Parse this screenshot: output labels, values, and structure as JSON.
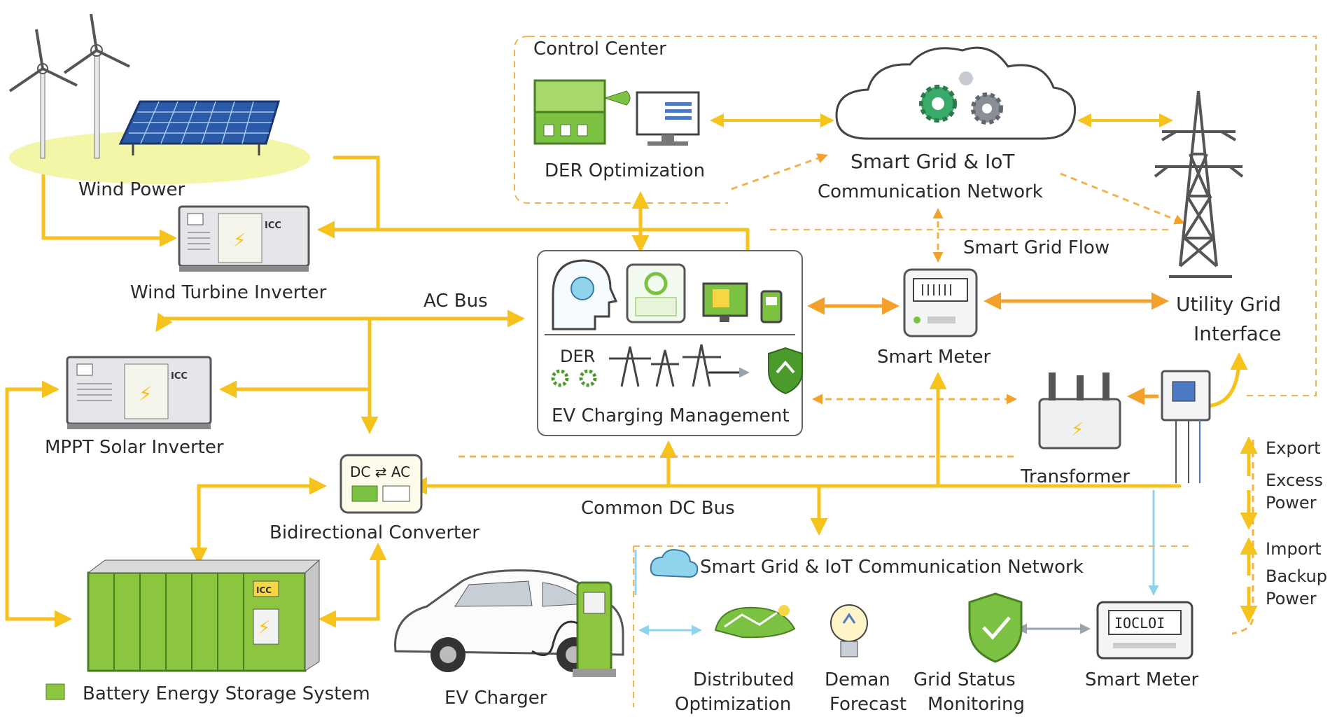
{
  "control_center": {
    "title": "Control Center"
  },
  "nodes": {
    "wind_power": "Wind Power",
    "wind_turbine_inverter": "Wind Turbine Inverter",
    "mppt_solar_inverter": "MPPT Solar Inverter",
    "bidirectional_converter": "Bidirectional Converter",
    "battery_storage": "Battery Energy Storage System",
    "ev_charger": "EV Charger",
    "der_optimization": "DER Optimization",
    "smart_grid_iot_line1": "Smart Grid & IoT",
    "smart_grid_iot_line2": "Communication Network",
    "smart_grid_flow": "Smart Grid Flow",
    "smart_meter_top": "Smart Meter",
    "utility_line1": "Utility Grid",
    "utility_line2": "Interface",
    "transformer": "Transformer",
    "ev_charging_mgmt": "EV Charging Management",
    "der_label": "DER",
    "ac_bus": "AC Bus",
    "common_dc_bus": "Common DC Bus",
    "inverter_badge": "ICC",
    "converter_badge": "DC ⇄ AC",
    "meter_display": "IOCLOI",
    "iot_panel_title": "Smart Grid & IoT Communication Network",
    "dist_opt_line1": "Distributed",
    "dist_opt_line2": "Optimization",
    "demand_line1": "Deman",
    "demand_line2": "Forecast",
    "grid_status_line1": "Grid Status",
    "grid_status_line2": "Monitoring",
    "smart_meter_bottom": "Smart Meter"
  },
  "legend": {
    "export": "Export",
    "excess_line1": "Excess",
    "excess_line2": "Power",
    "import": "Import",
    "backup_line1": "Backup",
    "backup_line2": "Power"
  },
  "colors": {
    "flow_yellow": "#f6c21c",
    "flow_orange": "#f4a12c",
    "dashed_orange": "#f3b24d",
    "light_blue": "#8fd3ec",
    "accent_green": "#7cc242",
    "dark_green": "#4a9a2c"
  }
}
